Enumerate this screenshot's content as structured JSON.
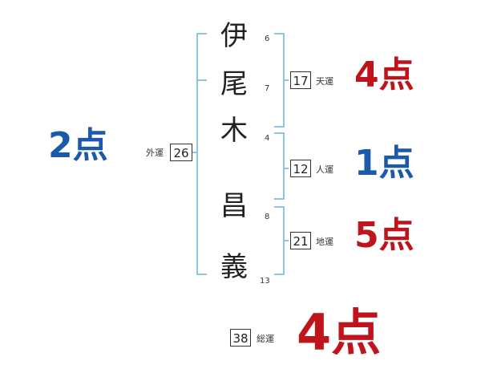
{
  "colors": {
    "red": "#c0141c",
    "blue": "#1a5aa8",
    "bracket": "#8fc4e0"
  },
  "characters": [
    {
      "char": "伊",
      "strokes": "6"
    },
    {
      "char": "尾",
      "strokes": "7"
    },
    {
      "char": "木",
      "strokes": "4"
    },
    {
      "char": "昌",
      "strokes": "8"
    },
    {
      "char": "義",
      "strokes": "13"
    }
  ],
  "tenkaku": {
    "value": "17",
    "label": "天運",
    "score": "4点"
  },
  "jinkaku": {
    "value": "12",
    "label": "人運",
    "score": "1点"
  },
  "chikaku": {
    "value": "21",
    "label": "地運",
    "score": "5点"
  },
  "gaikaku": {
    "value": "26",
    "label": "外運",
    "score": "2点"
  },
  "soukaku": {
    "value": "38",
    "label": "総運",
    "score": "4点"
  }
}
